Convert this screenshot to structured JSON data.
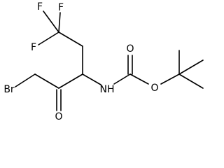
{
  "molecule": {
    "atoms": {
      "F1": "F",
      "F2": "F",
      "F3": "F",
      "Br": "Br",
      "O_ketone": "O",
      "NH": "NH",
      "O_carbonyl": "O",
      "O_ester": "O"
    }
  }
}
